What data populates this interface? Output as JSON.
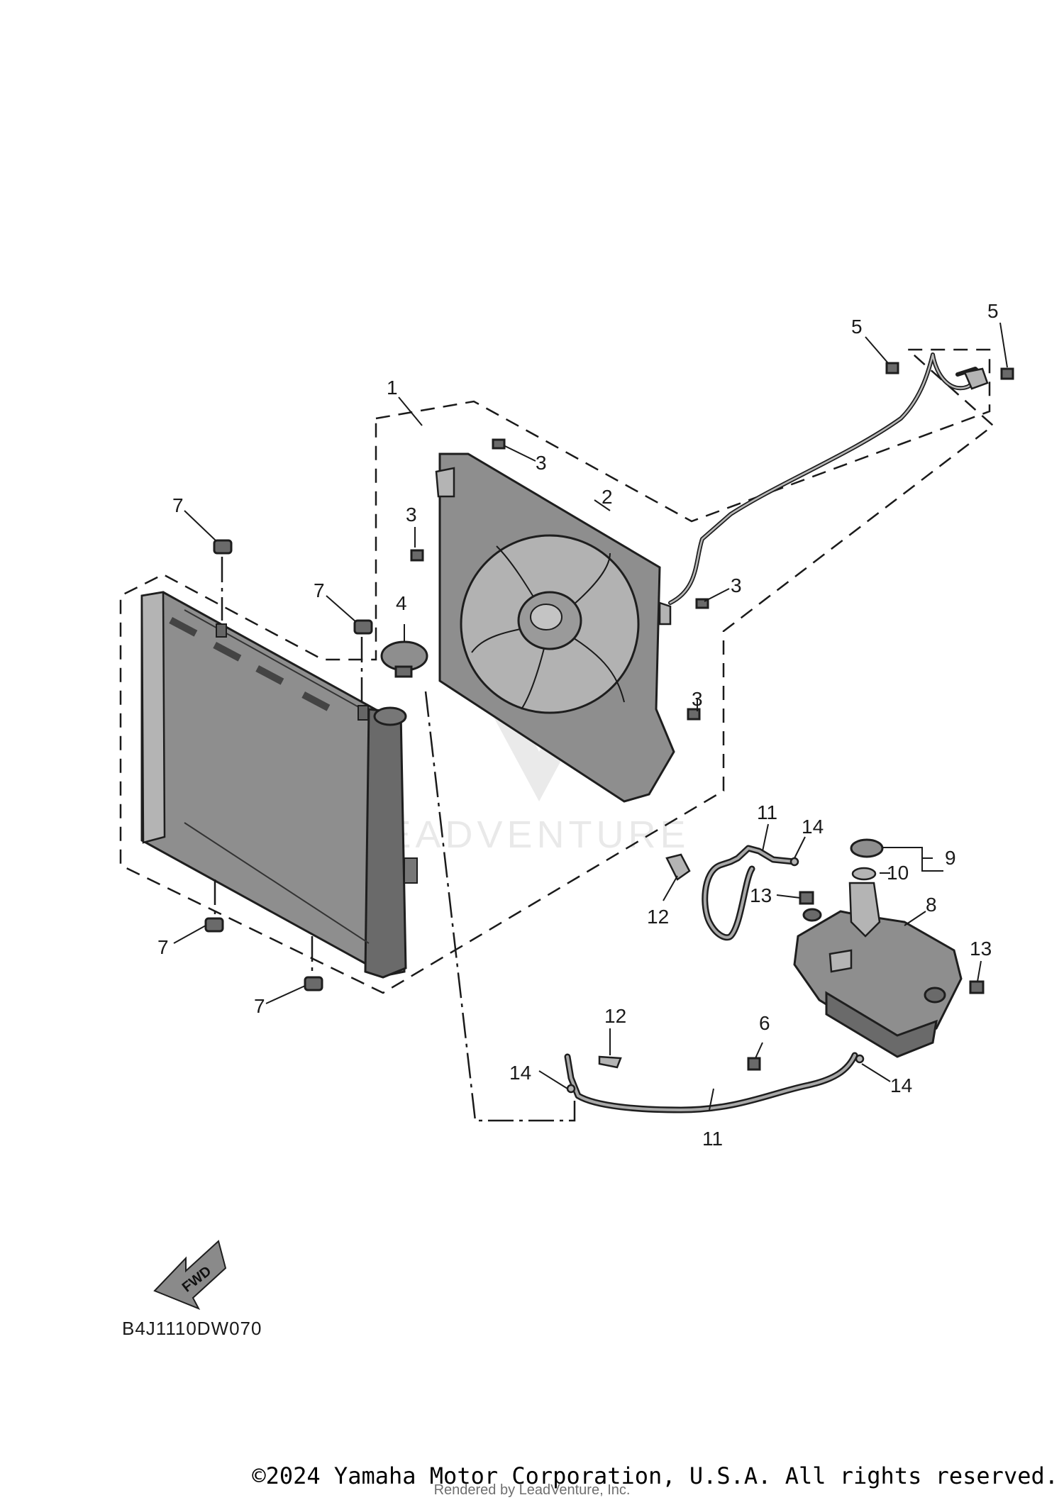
{
  "diagram": {
    "callouts": [
      {
        "id": "1",
        "text": "1"
      },
      {
        "id": "2",
        "text": "2"
      },
      {
        "id": "3a",
        "text": "3"
      },
      {
        "id": "3b",
        "text": "3"
      },
      {
        "id": "3c",
        "text": "3"
      },
      {
        "id": "3d",
        "text": "3"
      },
      {
        "id": "4",
        "text": "4"
      },
      {
        "id": "5a",
        "text": "5"
      },
      {
        "id": "5b",
        "text": "5"
      },
      {
        "id": "6",
        "text": "6"
      },
      {
        "id": "7a",
        "text": "7"
      },
      {
        "id": "7b",
        "text": "7"
      },
      {
        "id": "7c",
        "text": "7"
      },
      {
        "id": "7d",
        "text": "7"
      },
      {
        "id": "8",
        "text": "8"
      },
      {
        "id": "9",
        "text": "9"
      },
      {
        "id": "10",
        "text": "10"
      },
      {
        "id": "11a",
        "text": "11"
      },
      {
        "id": "11b",
        "text": "11"
      },
      {
        "id": "12a",
        "text": "12"
      },
      {
        "id": "12b",
        "text": "12"
      },
      {
        "id": "13a",
        "text": "13"
      },
      {
        "id": "13b",
        "text": "13"
      },
      {
        "id": "14a",
        "text": "14"
      },
      {
        "id": "14b",
        "text": "14"
      },
      {
        "id": "14c",
        "text": "14"
      }
    ],
    "fwd_label": "FWD",
    "diagram_code": "B4J1110DW070",
    "watermark_brand": "LEADVENTURE"
  },
  "footer": {
    "copyright": "©2024 Yamaha Motor Corporation, U.S.A. All rights reserved.",
    "rendered_by": "Rendered by LeadVenture, Inc."
  }
}
